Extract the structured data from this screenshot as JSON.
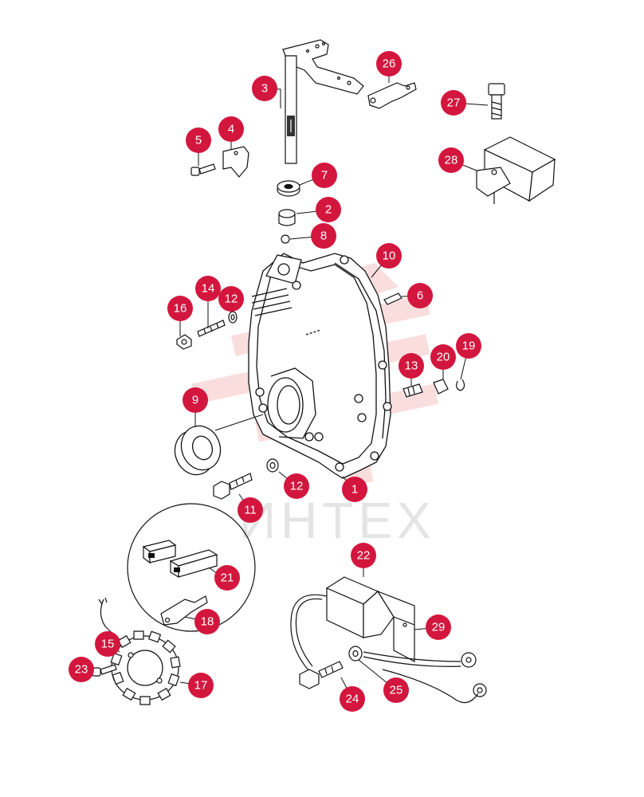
{
  "watermark": {
    "text": "ИНТЕХ",
    "color": "#f4a6a6"
  },
  "style": {
    "callout_fill": "#d3163d",
    "line_color": "#111111"
  },
  "callouts": {
    "c1": "1",
    "c2": "2",
    "c3": "3",
    "c4": "4",
    "c5": "5",
    "c6": "6",
    "c7": "7",
    "c8": "8",
    "c9": "9",
    "c10": "10",
    "c11": "11",
    "c12a": "12",
    "c12b": "12",
    "c13": "13",
    "c14": "14",
    "c15": "15",
    "c16": "16",
    "c17": "17",
    "c18": "18",
    "c19": "19",
    "c20": "20",
    "c21": "21",
    "c22": "22",
    "c23": "23",
    "c24": "24",
    "c25": "25",
    "c26": "26",
    "c27": "27",
    "c28": "28",
    "c29": "29"
  }
}
